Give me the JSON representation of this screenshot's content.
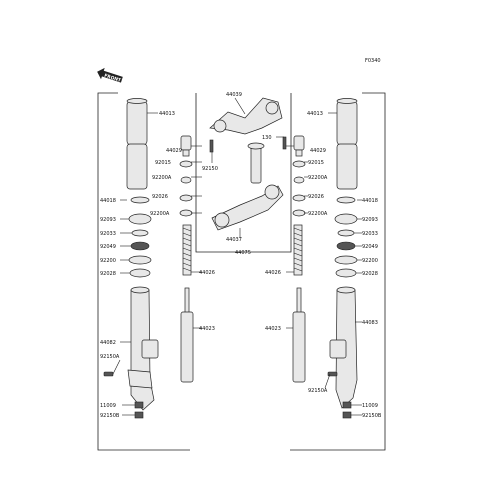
{
  "diagram": {
    "code": "F0340",
    "front_label": "FRONT",
    "left_labels": [
      "44013",
      "92015",
      "92200A",
      "44018",
      "92026",
      "92200A",
      "92093",
      "92033",
      "92049",
      "92200",
      "92028",
      "44082",
      "92150A",
      "11009",
      "92150B"
    ],
    "center_labels": [
      "44039",
      "44029",
      "92150",
      "44037",
      "44075",
      "44026",
      "44023"
    ],
    "right_labels": [
      "44013",
      "130",
      "44029",
      "92015",
      "92200A",
      "44018",
      "92026",
      "92200A",
      "92093",
      "92033",
      "92049",
      "92200",
      "92028",
      "44026",
      "44023",
      "44083",
      "92150A",
      "11009",
      "92150B"
    ]
  }
}
